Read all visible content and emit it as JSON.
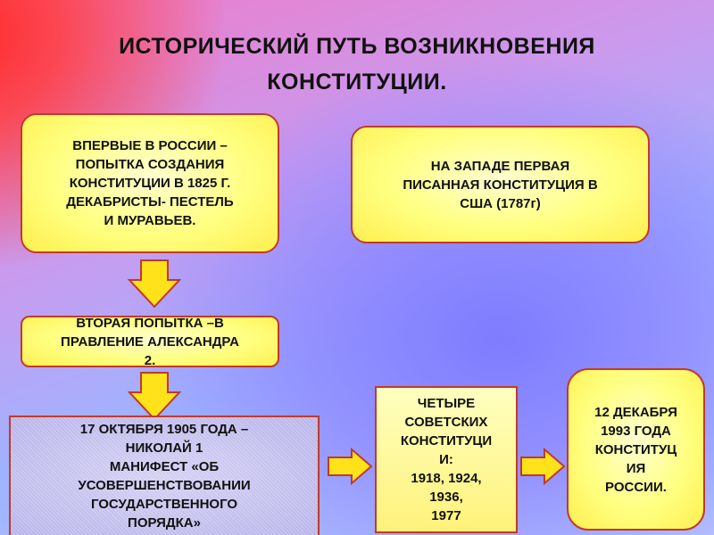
{
  "title": "ИСТОРИЧЕСКИЙ ПУТЬ ВОЗНИКНОВЕНИЯ\nКОНСТИТУЦИИ.",
  "boxes": {
    "first_russia": "ВПЕРВЫЕ В РОССИИ –\nПОПЫТКА СОЗДАНИЯ\nКОНСТИТУЦИИ В 1825 Г.\nДЕКАБРИСТЫ- ПЕСТЕЛЬ\nИ МУРАВЬЕВ.",
    "west_usa": "НА ЗАПАДЕ ПЕРВАЯ\nПИСАННАЯ КОНСТИТУЦИЯ В\nСША (1787г)",
    "second_attempt": "ВТОРАЯ ПОПЫТКА –В\nПРАВЛЕНИЕ АЛЕКСАНДРА\n2.",
    "manifest_1905": "17 ОКТЯБРЯ 1905 ГОДА –\nНИКОЛАЙ 1\nМАНИФЕСТ «ОБ\nУСОВЕРШЕНСТВОВАНИИ\nГОСУДАРСТВЕННОГО\nПОРЯДКА»",
    "soviet_four": "ЧЕТЫРЕ\nСОВЕТСКИХ\nКОНСТИТУЦИ\nИ:\n1918, 1924,\n1936,\n1977",
    "russia_1993": "12 ДЕКАБРЯ\n1993 ГОДА\nКОНСТИТУЦ\nИЯ\nРОССИИ."
  },
  "colors": {
    "arrow_fill": "#ffe21a",
    "arrow_stroke": "#c0392b",
    "box_border": "#c23a2a"
  }
}
